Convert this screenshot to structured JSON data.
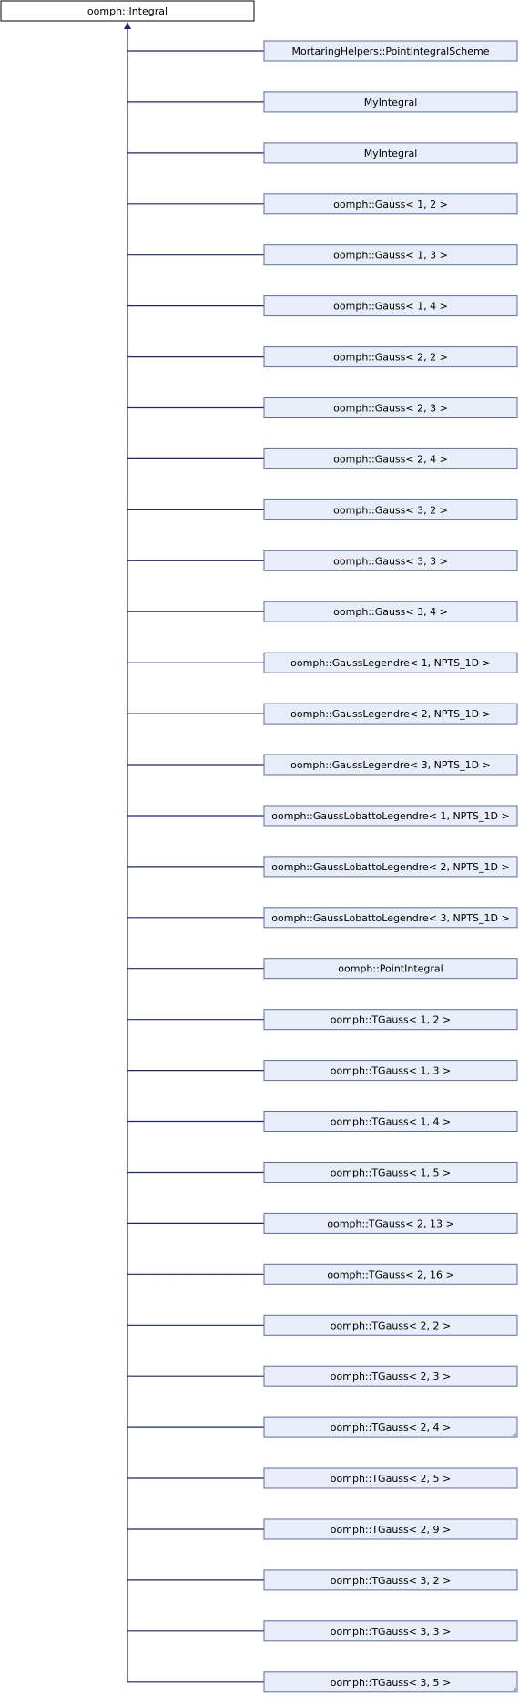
{
  "diagram": {
    "type": "class-inheritance",
    "base_class": "oomph::Integral",
    "colors": {
      "edge": "#1a237e",
      "node_fill": "#e8edf7",
      "node_border": "#5a6fa8",
      "base_fill": "#ffffff",
      "base_border": "#000000"
    },
    "derived_classes": [
      "MortaringHelpers::PointIntegralScheme",
      "MyIntegral",
      "MyIntegral",
      "oomph::Gauss< 1, 2 >",
      "oomph::Gauss< 1, 3 >",
      "oomph::Gauss< 1, 4 >",
      "oomph::Gauss< 2, 2 >",
      "oomph::Gauss< 2, 3 >",
      "oomph::Gauss< 2, 4 >",
      "oomph::Gauss< 3, 2 >",
      "oomph::Gauss< 3, 3 >",
      "oomph::Gauss< 3, 4 >",
      "oomph::GaussLegendre< 1, NPTS_1D >",
      "oomph::GaussLegendre< 2, NPTS_1D >",
      "oomph::GaussLegendre< 3, NPTS_1D >",
      "oomph::GaussLobattoLegendre< 1, NPTS_1D >",
      "oomph::GaussLobattoLegendre< 2, NPTS_1D >",
      "oomph::GaussLobattoLegendre< 3, NPTS_1D >",
      "oomph::PointIntegral",
      "oomph::TGauss< 1, 2 >",
      "oomph::TGauss< 1, 3 >",
      "oomph::TGauss< 1, 4 >",
      "oomph::TGauss< 1, 5 >",
      "oomph::TGauss< 2, 13 >",
      "oomph::TGauss< 2, 16 >",
      "oomph::TGauss< 2, 2 >",
      "oomph::TGauss< 2, 3 >",
      "oomph::TGauss< 2, 4 >",
      "oomph::TGauss< 2, 5 >",
      "oomph::TGauss< 2, 9 >",
      "oomph::TGauss< 3, 2 >",
      "oomph::TGauss< 3, 3 >",
      "oomph::TGauss< 3, 5 >"
    ],
    "folded_nodes": [
      27,
      32
    ]
  }
}
